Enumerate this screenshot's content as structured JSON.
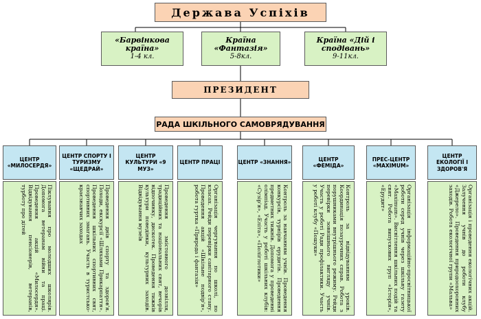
{
  "title": "Держава Успіхів",
  "countries": [
    {
      "name": "«Барвінкова країна»",
      "grades": "1-4 кл."
    },
    {
      "name": "Країна «Фантазія»",
      "grades": "5-8кл."
    },
    {
      "name": "Країна «Дій і сподівань»",
      "grades": "9-11кл."
    }
  ],
  "president": "ПРЕЗИДЕНТ",
  "council": "РАДА ШКІЛЬНОГО САМОВРЯДУВАННЯ",
  "centers": [
    {
      "title": "ЦЕНТР «МИЛОСЕРДЯ»",
      "body": "Піклування про молодших школярів. Допомога ветеранам війни та праці. Проведення акцій «Милосердя». Відвідування пенсіонерів, ветеранів, турботу про дітей"
    },
    {
      "title": "ЦЕНТР СПОРТУ І ТУРИЗМУ «ЩЕДРАЙ»",
      "body": "Проведення днів спорту та здоров'я. Походи, екскурсії «Шляхами Прикарпаття». Проведення шкільних спортивних свят, спортивних змагань. Участь в туристсько-краєзнавчих заходах"
    },
    {
      "title": "ЦЕНТР КУЛЬТУРИ «9 МУЗ»",
      "body": "Проведення змістовного дозвілля, традиційних та національних свят, вечорів відпочинку, дискотек. Проведення тижнів культури поведінки, культурних заходів. Відвідування музеїв"
    },
    {
      "title": "ЦЕНТР ПРАЦІ",
      "body": "Організація чергування по школі, по класах. Рейди перевірки санітарного стану. Проведення акцій «Шкільне подвір'я», робота гуртка «Природа і фантазія»"
    },
    {
      "title": "ЦЕНТР «ЗНАННЯ»",
      "body": "Контроль за навчанням учнів. Проведення конкурсів, турнірів ерудитів. Проведення предметних тижнів. Допомога у проведенні олімпіад. Участь у роботі шкільних клубів: «Сузір'я», «Еліта», «Поліглотики»"
    },
    {
      "title": "ЦЕНТР «ФЕМІДА»",
      "body": "Контроль за відвідуванням уроків. Координація позаурочних справ. Робота з порушниками внутрішнього режиму. Рейди перевірки зовнішнього вигляду учнів. Участь у роботі Ради профілактики. Участь у роботі клубу «Пошуки»"
    },
    {
      "title": "ПРЕС-ЦЕНТР «MAXIMUM»",
      "body": "Організація інформаційно-просвітницької роботи серед учнів через шкільну газету «Maximum». Висвітлення шкільних подій та свят. Робота випускових груп «Історія», «Ерудит»"
    },
    {
      "title": "ЦЕНТР ЕКОЛОГІЇ І ЗДОРОВ'Я",
      "body": "Організація і проведення екологічних акцій. Залучення учнів до роботи клубу «Джерело». Проведення природоохоронних заходів. Робота екологічної групи «Мальва»"
    }
  ]
}
